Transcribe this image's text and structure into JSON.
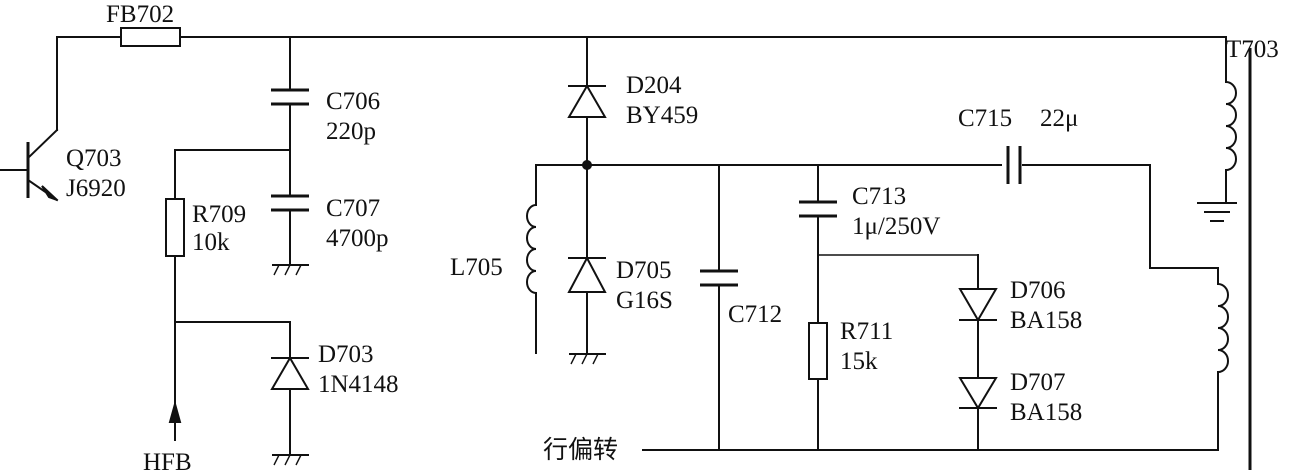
{
  "components": {
    "fb702": {
      "ref": "FB702"
    },
    "q703": {
      "ref": "Q703",
      "value": "J6920"
    },
    "c706": {
      "ref": "C706",
      "value": "220p"
    },
    "c707": {
      "ref": "C707",
      "value": "4700p"
    },
    "r709": {
      "ref": "R709",
      "value": "10k"
    },
    "d703": {
      "ref": "D703",
      "value": "1N4148"
    },
    "d204": {
      "ref": "D204",
      "value": "BY459"
    },
    "l705": {
      "ref": "L705"
    },
    "d705": {
      "ref": "D705",
      "value": "G16S"
    },
    "c712": {
      "ref": "C712"
    },
    "c713": {
      "ref": "C713",
      "value": "1μ/250V"
    },
    "c715": {
      "ref": "C715",
      "value": "22μ"
    },
    "r711": {
      "ref": "R711",
      "value": "15k"
    },
    "d706": {
      "ref": "D706",
      "value": "BA158"
    },
    "d707": {
      "ref": "D707",
      "value": "BA158"
    },
    "t703": {
      "ref": "T703"
    }
  },
  "signals": {
    "hfb": "HFB",
    "yoke": "行偏转"
  }
}
